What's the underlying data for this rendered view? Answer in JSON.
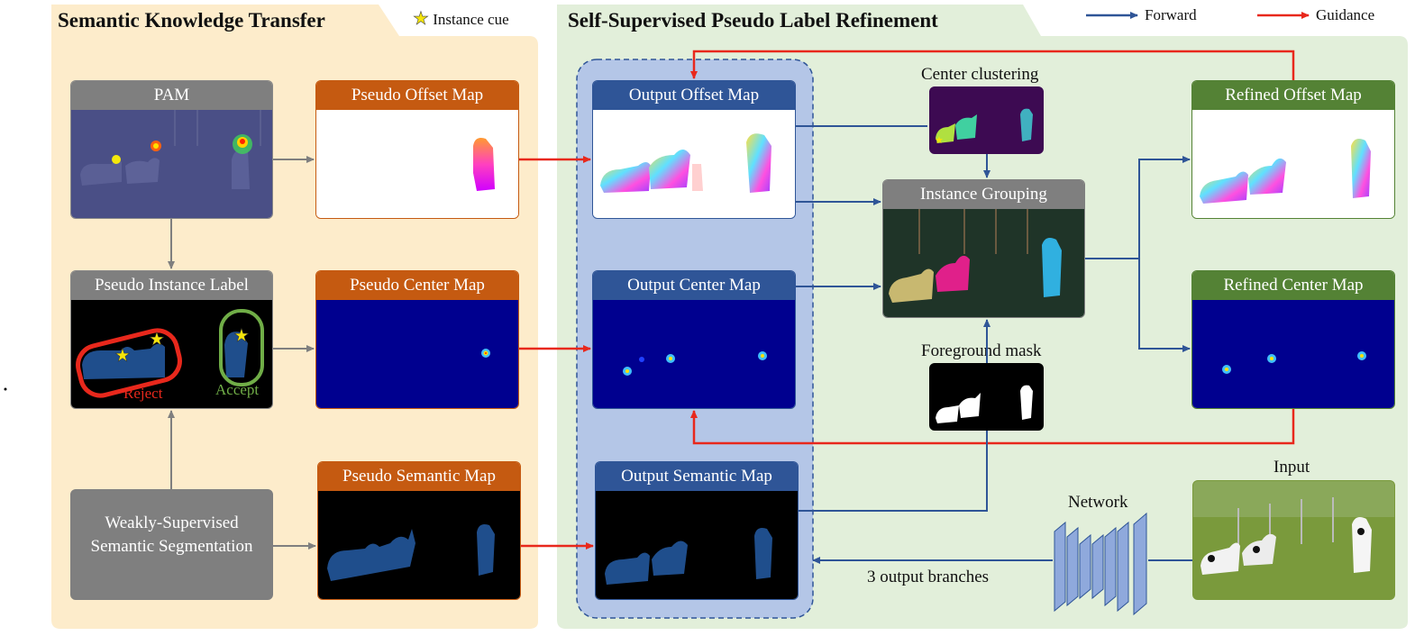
{
  "sections": {
    "left_title": "Semantic Knowledge Transfer",
    "right_title": "Self-Supervised Pseudo Label Refinement"
  },
  "legend": {
    "instance_cue": "Instance cue",
    "forward": "Forward",
    "guidance": "Guidance",
    "forward_color": "#2f5597",
    "guidance_color": "#e8281c"
  },
  "left": {
    "pam": "PAM",
    "pseudo_instance_label": "Pseudo Instance Label",
    "reject": "Reject",
    "accept": "Accept",
    "wsss": "Weakly-Supervised Semantic Segmentation",
    "pseudo_offset_map": "Pseudo Offset Map",
    "pseudo_center_map": "Pseudo Center Map",
    "pseudo_semantic_map": "Pseudo Semantic Map"
  },
  "right": {
    "output_offset_map": "Output Offset Map",
    "output_center_map": "Output Center Map",
    "output_semantic_map": "Output Semantic Map",
    "center_clustering": "Center clustering",
    "instance_grouping": "Instance Grouping",
    "foreground_mask": "Foreground mask",
    "refined_offset_map": "Refined Offset Map",
    "refined_center_map": "Refined Center Map",
    "network": "Network",
    "input": "Input",
    "output_branches": "3 output branches"
  },
  "colors": {
    "left_panel": "#fdeccb",
    "right_panel": "#e2efda",
    "output_group": "#b4c6e7",
    "header_gray": "#7f7f7f",
    "header_orange": "#c55a11",
    "header_blue": "#2f5597",
    "header_green": "#548235"
  }
}
